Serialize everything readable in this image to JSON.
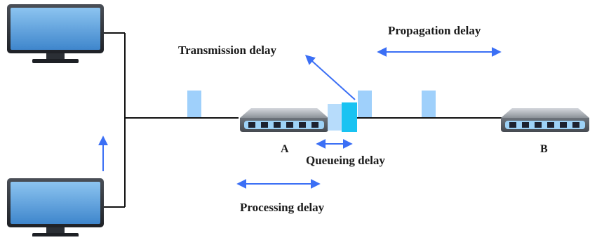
{
  "diagram": {
    "labels": {
      "transmission": "Transmission delay",
      "propagation": "Propagation delay",
      "queueing": "Queueing delay",
      "processing": "Processing delay"
    },
    "nodes": {
      "a": "A",
      "b": "B"
    }
  },
  "colors": {
    "arrow": "#3b6ff5",
    "packet": "#9fd0fb",
    "packet_active": "#19c3f2",
    "link": "#111111",
    "monitor_screen": "#5b9fd8",
    "router_body": "#8a8f96"
  },
  "icons": {
    "host": "monitor-icon",
    "router": "router-icon"
  }
}
